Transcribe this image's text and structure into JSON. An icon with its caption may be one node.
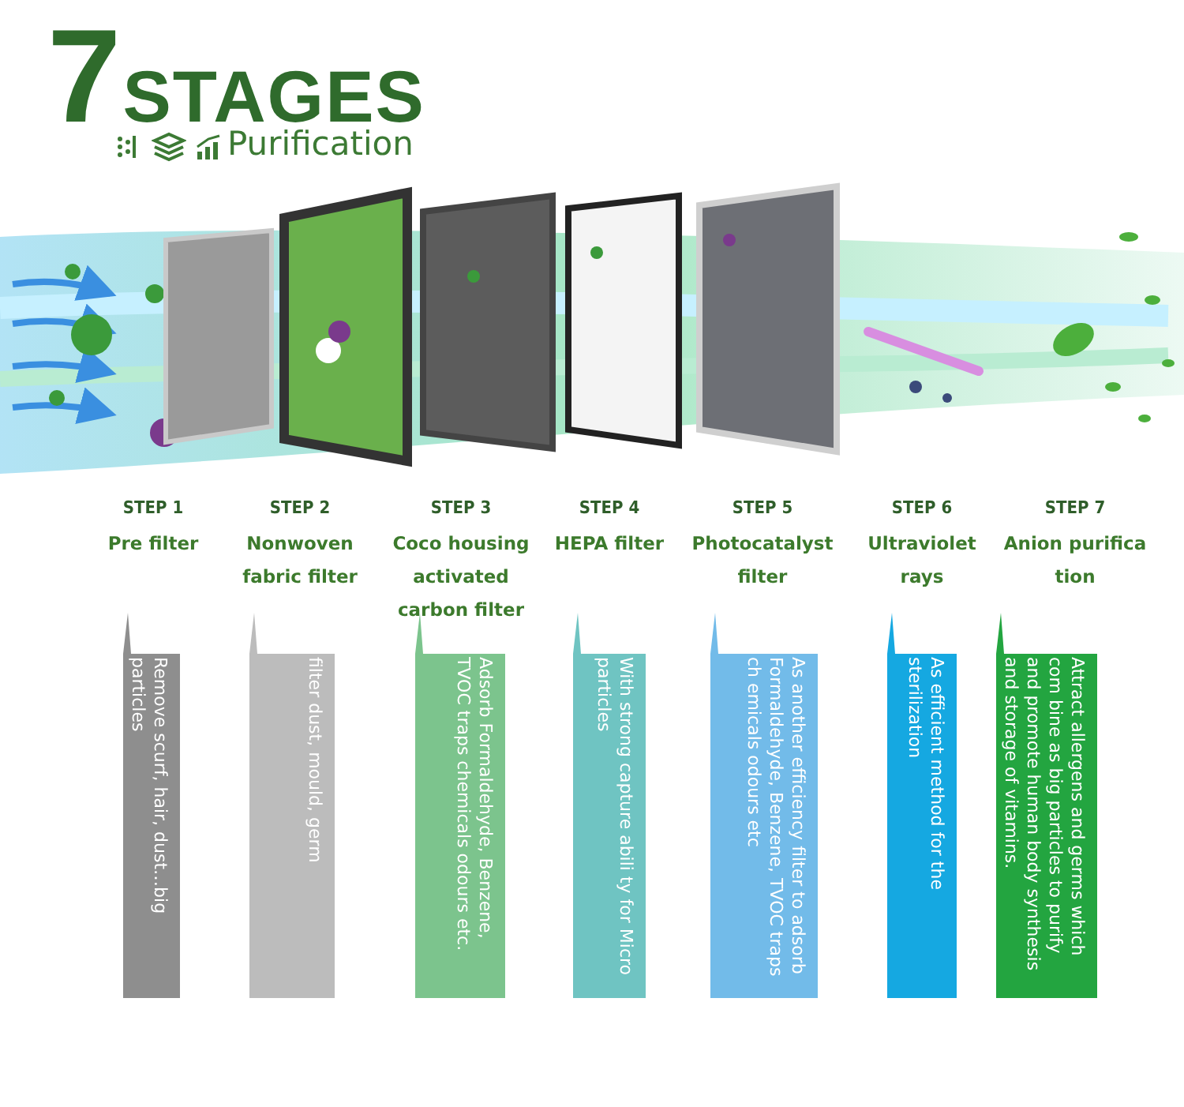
{
  "diagram": {
    "title": "7STAGES",
    "nodes": [
      {
        "text": [
          "STEP 1",
          "Pre filter",
          "Remove scurf, hair, dust…big particles"
        ]
      },
      {
        "text": [
          "STEP 2",
          "Nonwoven fabric filter",
          "filter dust, mould, germ"
        ]
      },
      {
        "text": [
          "STEP 3",
          "Coco housing activated carbon filter",
          "Adsorb Formaldehyde, Benzene, TVOC traps chemicals odours etc."
        ]
      },
      {
        "text": [
          "STEP 4",
          "HEPA filter",
          "With strong capture abili ty for Micro particles"
        ]
      },
      {
        "text": [
          "STEP 5",
          "Photocatalyst filter",
          "As another efficiency filter to adsorb Formaldehyde, Benzene, TVOC traps ch emicals odours etc"
        ]
      },
      {
        "text": [
          "STEP 6",
          "Ultraviolet rays",
          "As efficient method for the sterilization"
        ]
      },
      {
        "text": [
          "STEP 7",
          "Anion purifica tion",
          "Attract allergens and germs which com bine as big particles to purify and promote human body synthesis and storage of vitamins."
        ]
      }
    ],
    "labels": [
      "Purification"
    ]
  }
}
